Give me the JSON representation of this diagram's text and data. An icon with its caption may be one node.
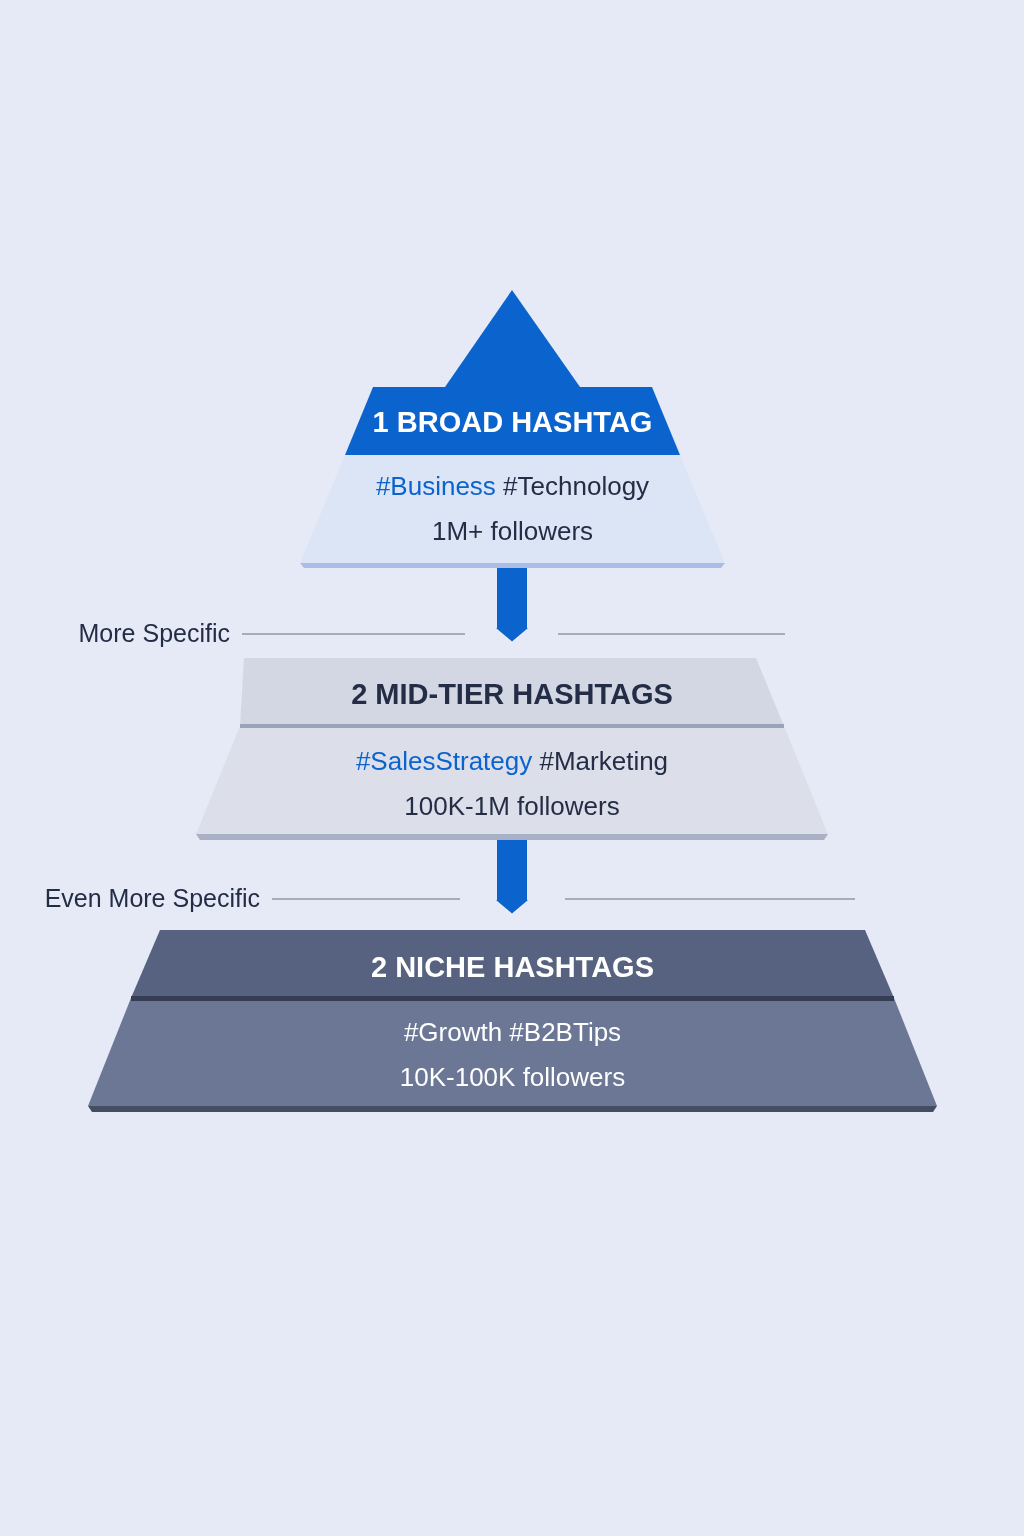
{
  "diagram": {
    "nodes": [
      {
        "text": [
          "1 BROAD HASHTAG",
          "#Business #Technology",
          "1M+ followers"
        ]
      },
      {
        "text": [
          "2 MID-TIER HASHTAGS",
          "#SalesStrategy #Marketing",
          "100K-1M followers"
        ]
      },
      {
        "text": [
          "2 NICHE HASHTAGS",
          "#Growth #B2BTips",
          "10K-100K followers"
        ]
      }
    ],
    "edges": [
      {
        "from": 0,
        "to": 1,
        "arrow": "to"
      },
      {
        "from": 1,
        "to": 2,
        "arrow": "to"
      }
    ],
    "labels": [
      "More Specific",
      "Even More Specific"
    ]
  }
}
